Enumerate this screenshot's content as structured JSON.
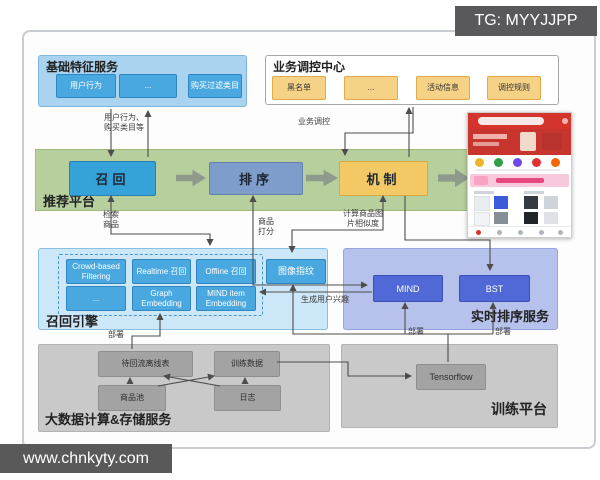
{
  "badge": {
    "text": "TG: MYYJJPP"
  },
  "watermark": {
    "text": "www.chnkyty.com"
  },
  "colors": {
    "band_green": "#b7cf9c",
    "recall_blue": "#35a3da",
    "rank_blue_gray": "#7e9dca",
    "mechanism_yellow": "#f2c964",
    "panel_light_blue": "#cbe7f8",
    "panel_lavender": "#b7c2ec",
    "panel_gray": "#c9c9c9",
    "model_blue": "#5069d6",
    "app_red": "#d4342c",
    "badge_gray": "#59595b"
  },
  "feature_service": {
    "title": "基础特征服务",
    "items": [
      "用户行为",
      "...",
      "购买过滤类目"
    ]
  },
  "biz_control": {
    "title": "业务调控中心",
    "items": [
      "黑名单",
      "...",
      "活动信息",
      "调控规则"
    ]
  },
  "platform": {
    "title": "推荐平台",
    "recall": "召回",
    "rank": "排序",
    "mechanism": "机制"
  },
  "recall_engine": {
    "title": "召回引擎",
    "methods": [
      "Crowd-based Filtering",
      "Realtime 召回",
      "Offline 召回",
      "...",
      "Graph Embedding",
      "MIND item Embedding"
    ],
    "image_fingerprint": "图像指纹"
  },
  "realtime_rank": {
    "title": "实时排序服务",
    "models": [
      "MIND",
      "BST"
    ]
  },
  "bigdata": {
    "title": "大数据计算&存储服务",
    "boxes": [
      "待回流离线表",
      "训练数据",
      "商品池",
      "日志"
    ]
  },
  "training": {
    "title": "训练平台",
    "engine": "Tensorflow"
  },
  "edges": {
    "user_behavior": [
      "用户行为、",
      "购买类目等"
    ],
    "biz_control": "业务调控",
    "retrieve": [
      "检索",
      "商品"
    ],
    "score": [
      "商品",
      "打分"
    ],
    "image_similarity": [
      "计算商品图",
      "片相似度"
    ],
    "gen_interest": "生成用户兴趣",
    "deploy": "部署"
  }
}
